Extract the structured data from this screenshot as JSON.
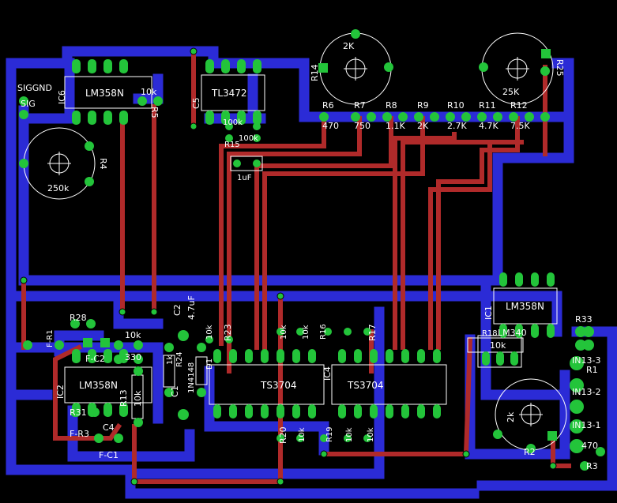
{
  "board": {
    "colors": {
      "background": "#000000",
      "bottom_trace": "#2b2bd6",
      "top_trace": "#b02a2a",
      "pad": "#23c43a",
      "silkscreen": "#ffffff",
      "via_fill": "#d0d0d0"
    }
  },
  "components": {
    "ic_lm358_top": "LM358N",
    "ic6": "IC6",
    "tl072": "TL3472",
    "c5": "C5",
    "r5": "R5",
    "r5_val": "10k",
    "siggnd": "SIGGND",
    "sig": "SIG",
    "r4": "R4",
    "r4_val": "250k",
    "r14": "R14",
    "r14_val": "2K",
    "r25": "R25",
    "r25_val": "25K",
    "r6": "R6",
    "r6_val": "470",
    "r7": "R7",
    "r7_val": "750",
    "r8": "R8",
    "r8_val": "1.1K",
    "r9": "R9",
    "r9_val": "2K",
    "r10": "R10",
    "r10_val": "2.7K",
    "r11": "R11",
    "r11_val": "4.7K",
    "r12": "R12",
    "r12_val": "7.5K",
    "r15": "R15",
    "r15_val": "100k",
    "r15_val2": "100k",
    "c_1uf": "1uF",
    "ic1": "IC1",
    "lm358_right": "LM358N",
    "r33": "R33",
    "r18": "R18",
    "r18_val": "10k",
    "lm340": "LM340",
    "in13_3": "IN13-3",
    "in13_2": "IN13-2",
    "in13_1": "IN13-1",
    "r1": "R1",
    "r2": "R2",
    "r2_val": "2k",
    "r3": "R3",
    "r3_val": "470",
    "r28": "R28",
    "fr1": "F-R1",
    "fc2": "F-C2",
    "r29": "10k",
    "r30": "330",
    "c2": "C2",
    "c2_val": "4.7uF",
    "r23": "R23",
    "r23_val": "10k",
    "ic2": "IC2",
    "lm358_left": "LM358N",
    "r31": "R31",
    "fr3": "F-R3",
    "c4": "C4",
    "fc1": "F-C1",
    "r13": "R13",
    "r13_val": "10k",
    "r24": "R24",
    "r24_val": "1k",
    "d1": "D1",
    "d1_val": "1N4148",
    "c1": "C1",
    "ts3704_a": "TS3704",
    "ts3704_b": "TS3704",
    "ic4": "IC4",
    "r17": "R17",
    "r16": "R16",
    "r20": "R20",
    "r19": "R19",
    "r_10k_a": "10k",
    "r_10k_b": "10k",
    "r_10k_c": "10k",
    "r_10k_d": "10k",
    "r_10k_e": "10k"
  }
}
